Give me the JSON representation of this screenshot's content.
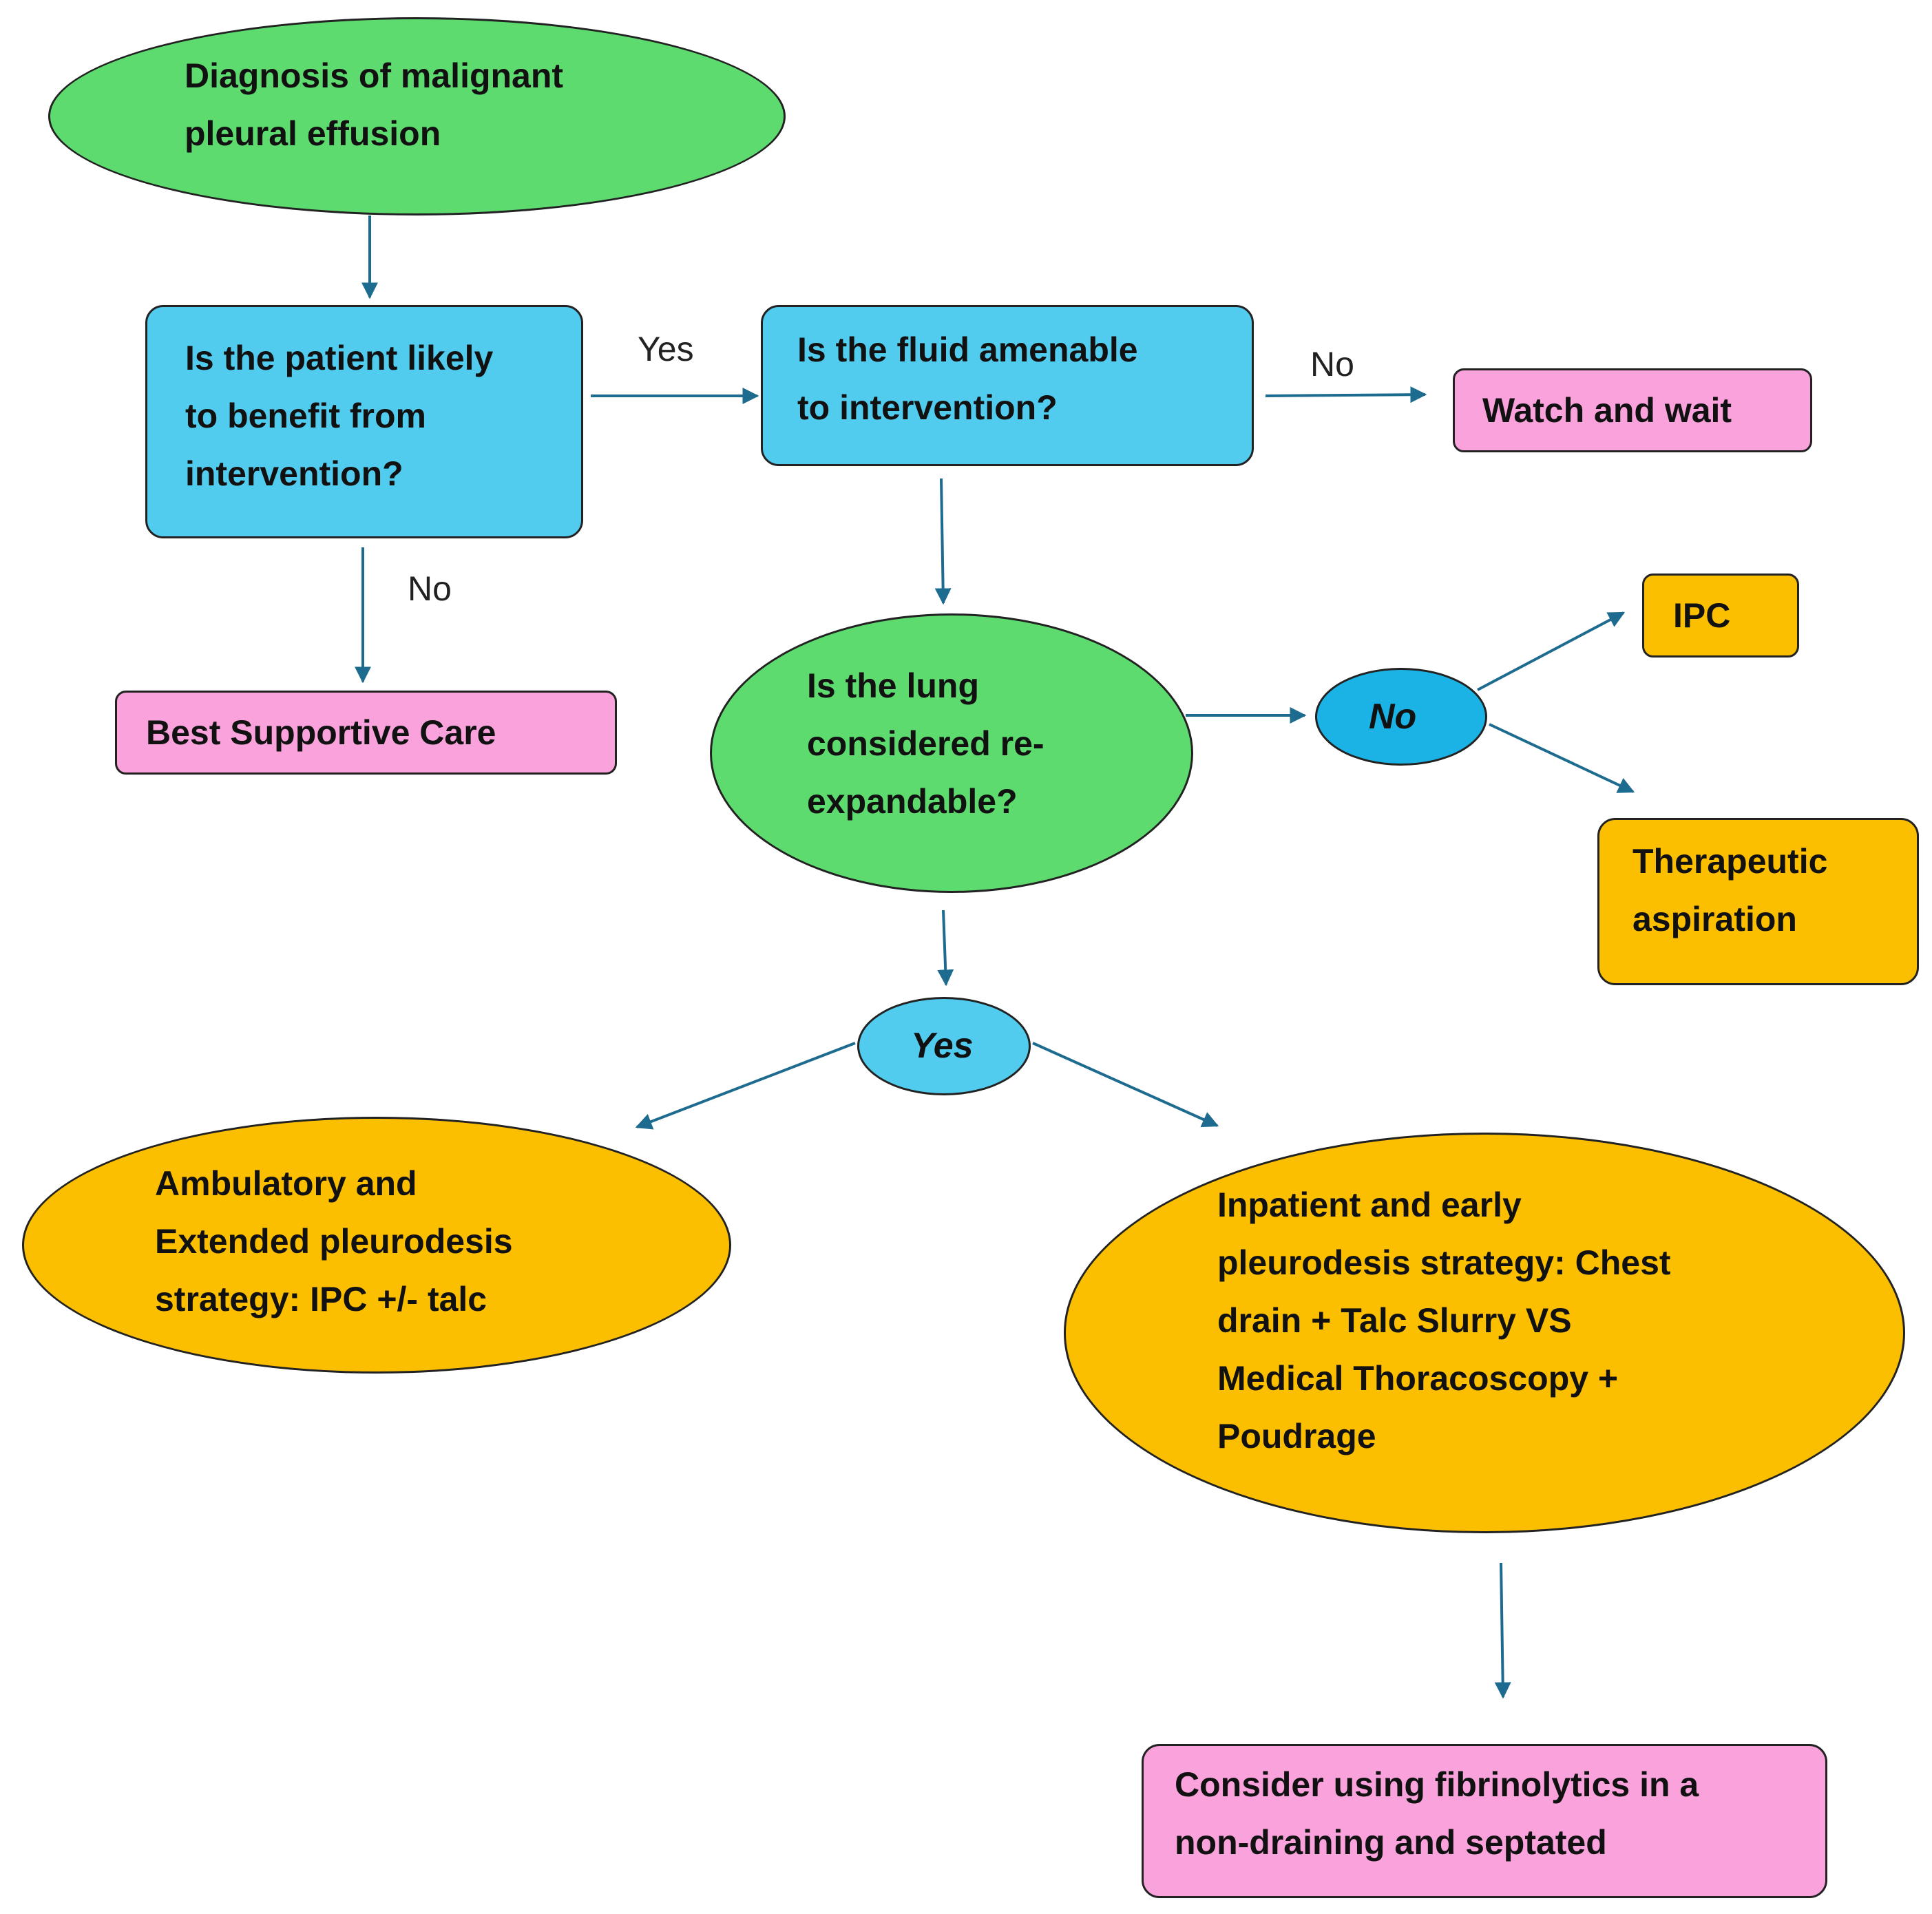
{
  "nodes": {
    "diagnosis": "Diagnosis of malignant\npleural effusion",
    "benefit": "Is the patient likely\nto benefit from\nintervention?",
    "fluid": "Is the fluid amenable\nto intervention?",
    "watch": "Watch and wait",
    "best_care": "Best Supportive Care",
    "lung": "Is the lung\nconsidered re-\nexpandable?",
    "no_pill": "No",
    "yes_pill": "Yes",
    "ipc": "IPC",
    "aspiration": "Therapeutic\naspiration",
    "ambulatory": "Ambulatory and\nExtended pleurodesis\nstrategy: IPC +/- talc",
    "inpatient": "Inpatient and early\npleurodesis strategy: Chest\ndrain + Talc Slurry VS\nMedical Thoracoscopy +\nPoudrage",
    "fibrinolytics": "Consider using fibrinolytics in a\nnon-draining and septated"
  },
  "edge_labels": {
    "benefit_yes": "Yes",
    "benefit_no": "No",
    "fluid_no": "No"
  },
  "colors": {
    "green": "#5ddb6f",
    "blue": "#52ccee",
    "pill_blue": "#1bb3e6",
    "pink": "#f9a2dc",
    "orange": "#fcbf00",
    "arrow": "#1d6b8f"
  }
}
